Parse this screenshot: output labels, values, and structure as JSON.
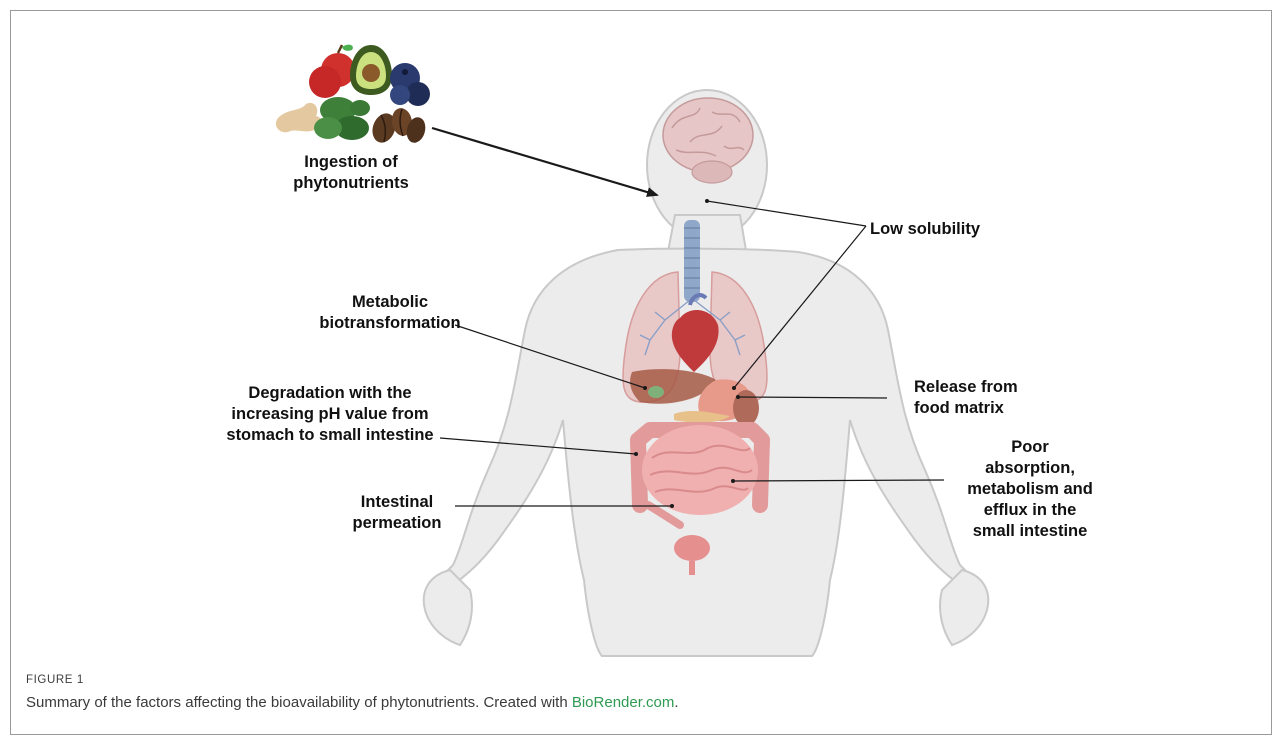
{
  "labels": {
    "ingestion": [
      "Ingestion of",
      "phytonutrients"
    ],
    "low_solubility": "Low solubility",
    "metabolic": [
      "Metabolic",
      "biotransformation"
    ],
    "degradation": [
      "Degradation with the",
      "increasing pH value from",
      "stomach to small intestine"
    ],
    "release": [
      "Release from",
      "food matrix"
    ],
    "poor_absorption": [
      "Poor",
      "absorption,",
      "metabolism and",
      "efflux in the",
      "small intestine"
    ],
    "intestinal": [
      "Intestinal",
      "permeation"
    ]
  },
  "caption": {
    "figure_number": "FIGURE 1",
    "text": "Summary of the factors affecting the bioavailability of phytonutrients. Created with ",
    "link_text": "BioRender.com",
    "end": "."
  },
  "colors": {
    "link": "#2f9a52",
    "body_fill": "#ececec",
    "body_stroke": "#c8c8c8",
    "lung": "#e8bcbc",
    "heart": "#c0393b",
    "intestine": "#eeaaaa",
    "trachea": "#8fa7c9"
  }
}
